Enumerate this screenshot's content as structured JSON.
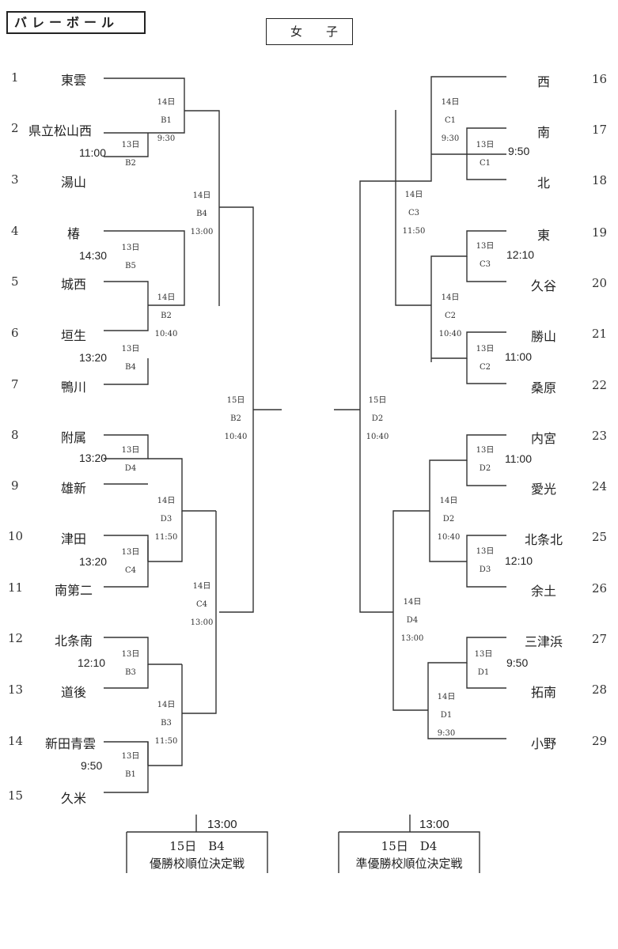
{
  "header": {
    "sport_title": "バレーボール",
    "gender": "女子"
  },
  "left_teams": [
    {
      "num": "1",
      "name": "東雲"
    },
    {
      "num": "2",
      "name": "県立松山西"
    },
    {
      "num": "3",
      "name": "湯山"
    },
    {
      "num": "4",
      "name": "椿"
    },
    {
      "num": "5",
      "name": "城西"
    },
    {
      "num": "6",
      "name": "垣生"
    },
    {
      "num": "7",
      "name": "鴨川"
    },
    {
      "num": "8",
      "name": "附属"
    },
    {
      "num": "9",
      "name": "雄新"
    },
    {
      "num": "10",
      "name": "津田"
    },
    {
      "num": "11",
      "name": "南第二"
    },
    {
      "num": "12",
      "name": "北条南"
    },
    {
      "num": "13",
      "name": "道後"
    },
    {
      "num": "14",
      "name": "新田青雲"
    },
    {
      "num": "15",
      "name": "久米"
    }
  ],
  "right_teams": [
    {
      "num": "16",
      "name": "西"
    },
    {
      "num": "17",
      "name": "南"
    },
    {
      "num": "18",
      "name": "北"
    },
    {
      "num": "19",
      "name": "東"
    },
    {
      "num": "20",
      "name": "久谷"
    },
    {
      "num": "21",
      "name": "勝山"
    },
    {
      "num": "22",
      "name": "桑原"
    },
    {
      "num": "23",
      "name": "内宮"
    },
    {
      "num": "24",
      "name": "愛光"
    },
    {
      "num": "25",
      "name": "北条北"
    },
    {
      "num": "26",
      "name": "余土"
    },
    {
      "num": "27",
      "name": "三津浜"
    },
    {
      "num": "28",
      "name": "拓南"
    },
    {
      "num": "29",
      "name": "小野"
    }
  ],
  "matches": [
    {
      "id": "L-1",
      "day": "14日",
      "court": "B1",
      "time": "9:30"
    },
    {
      "id": "L-2",
      "day": "13日",
      "court": "B2",
      "time": "11:00"
    },
    {
      "id": "L-3",
      "day": "14日",
      "court": "B4",
      "time": "13:00"
    },
    {
      "id": "L-4",
      "day": "13日",
      "court": "B5",
      "time": "14:30"
    },
    {
      "id": "L-5",
      "day": "14日",
      "court": "B2",
      "time": "10:40"
    },
    {
      "id": "L-6",
      "day": "13日",
      "court": "B4",
      "time": "13:20"
    },
    {
      "id": "L-7",
      "day": "15日",
      "court": "B2",
      "time": "10:40"
    },
    {
      "id": "L-8",
      "day": "13日",
      "court": "D4",
      "time": "13:20"
    },
    {
      "id": "L-9",
      "day": "14日",
      "court": "D3",
      "time": "11:50"
    },
    {
      "id": "L-10",
      "day": "13日",
      "court": "C4",
      "time": "13:20"
    },
    {
      "id": "L-11",
      "day": "14日",
      "court": "C4",
      "time": "13:00"
    },
    {
      "id": "L-12",
      "day": "13日",
      "court": "B3",
      "time": "12:10"
    },
    {
      "id": "L-13",
      "day": "14日",
      "court": "B3",
      "time": "11:50"
    },
    {
      "id": "L-14",
      "day": "13日",
      "court": "B1",
      "time": "9:50"
    },
    {
      "id": "R-1",
      "day": "14日",
      "court": "C1",
      "time": "9:30"
    },
    {
      "id": "R-2",
      "day": "13日",
      "court": "C1",
      "time": "9:50"
    },
    {
      "id": "R-3",
      "day": "14日",
      "court": "C3",
      "time": "11:50"
    },
    {
      "id": "R-4",
      "day": "13日",
      "court": "C3",
      "time": "12:10"
    },
    {
      "id": "R-5",
      "day": "14日",
      "court": "C2",
      "time": "10:40"
    },
    {
      "id": "R-6",
      "day": "13日",
      "court": "C2",
      "time": "11:00"
    },
    {
      "id": "R-7",
      "day": "15日",
      "court": "D2",
      "time": "10:40"
    },
    {
      "id": "R-8",
      "day": "13日",
      "court": "D2",
      "time": "11:00"
    },
    {
      "id": "R-9",
      "day": "14日",
      "court": "D2",
      "time": "10:40"
    },
    {
      "id": "R-10",
      "day": "13日",
      "court": "D3",
      "time": "12:10"
    },
    {
      "id": "R-11",
      "day": "14日",
      "court": "D4",
      "time": "13:00"
    },
    {
      "id": "R-12",
      "day": "13日",
      "court": "D1",
      "time": "9:50"
    },
    {
      "id": "R-13",
      "day": "14日",
      "court": "D1",
      "time": "9:30"
    }
  ],
  "finals": [
    {
      "time": "13:00",
      "day_court": "15日　B4",
      "label": "優勝校順位決定戦"
    },
    {
      "time": "13:00",
      "day_court": "15日　D4",
      "label": "準優勝校順位決定戦"
    }
  ]
}
